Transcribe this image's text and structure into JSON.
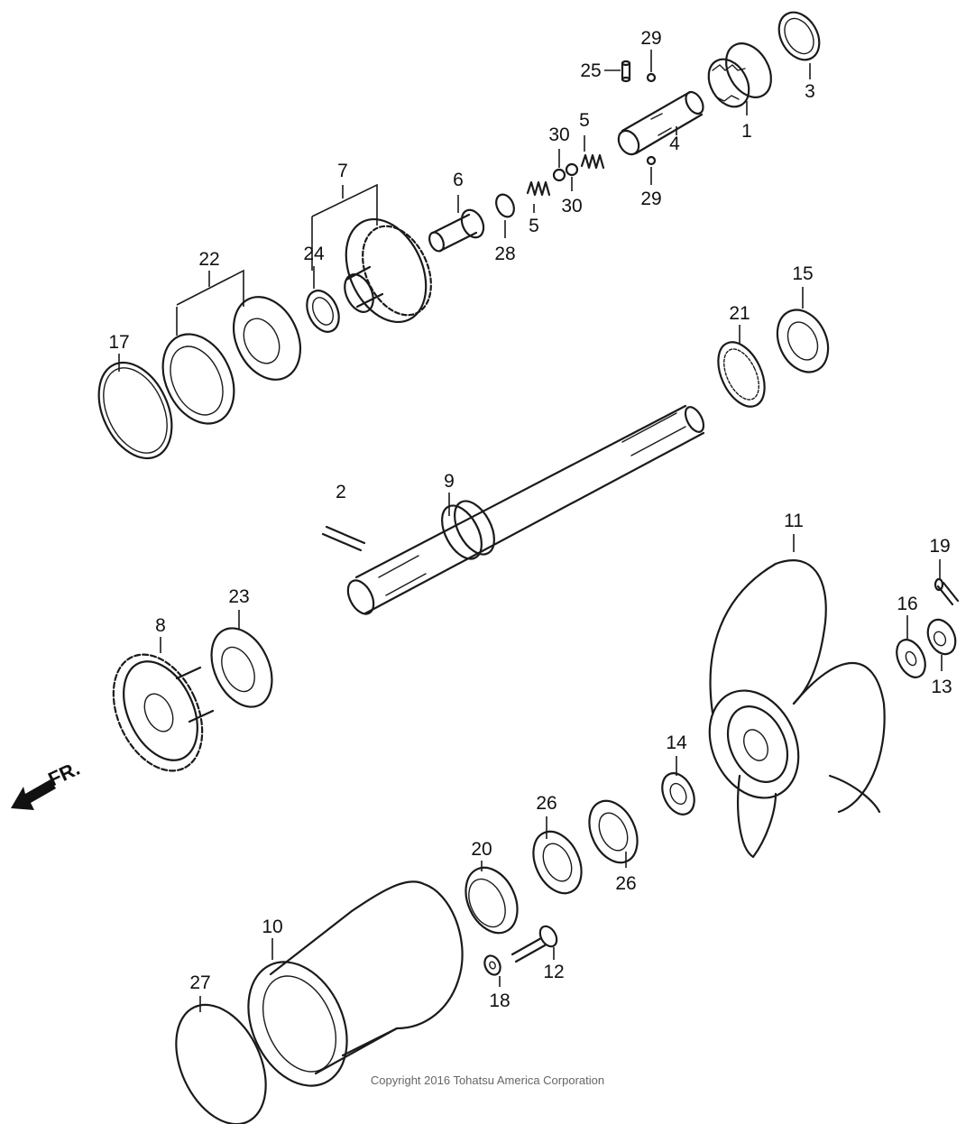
{
  "diagram": {
    "callouts": [
      "1",
      "2",
      "3",
      "4",
      "5",
      "5",
      "6",
      "7",
      "8",
      "9",
      "10",
      "11",
      "12",
      "13",
      "14",
      "15",
      "16",
      "17",
      "18",
      "19",
      "20",
      "21",
      "22",
      "23",
      "24",
      "25",
      "26",
      "26",
      "27",
      "28",
      "29",
      "29",
      "30",
      "30"
    ],
    "direction_label": "FR.",
    "copyright": "Copyright 2016 Tohatsu America Corporation"
  }
}
